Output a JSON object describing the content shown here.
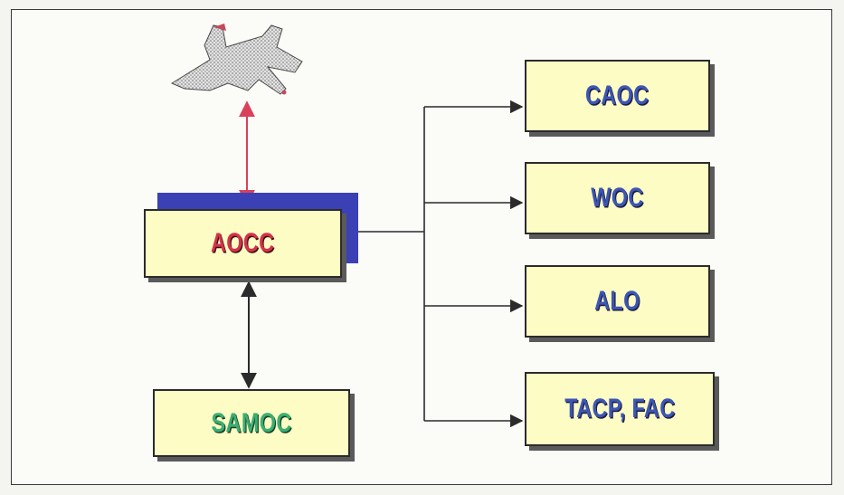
{
  "nodes": {
    "caoc": "CAOC",
    "woc": "WOC",
    "alo": "ALO",
    "tacp_fac": "TACP, FAC",
    "aocc": "AOCC",
    "samoc": "SAMOC"
  },
  "colors": {
    "box_fill": "#fdfcc4",
    "box_border": "#2b2b2b",
    "label_blue": "#3c56b4",
    "label_red": "#d23348",
    "label_green": "#3cae72",
    "aocc_backdrop": "#3b41b4",
    "aircraft_link": "#d9415a",
    "connector": "#2b2b2b"
  },
  "icons": {
    "aircraft": "fighter-jet-icon"
  }
}
